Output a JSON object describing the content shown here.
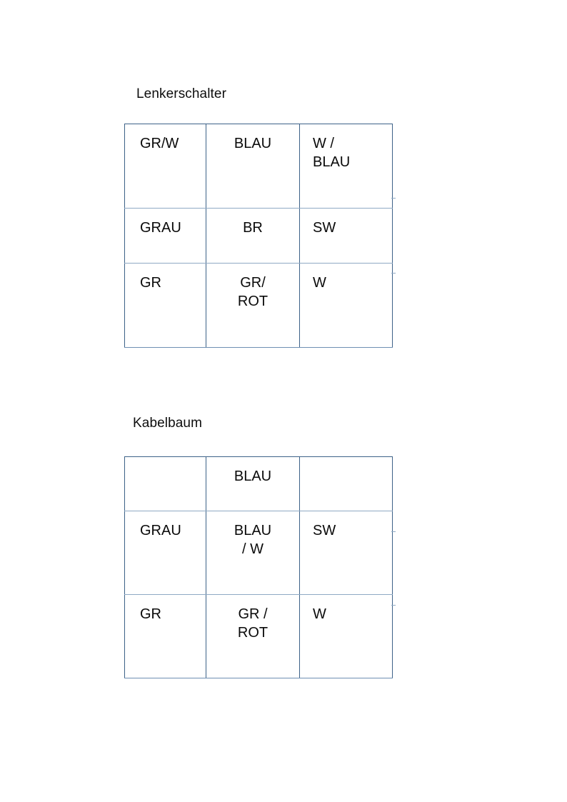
{
  "document": {
    "background_color": "#ffffff",
    "text_color": "#0a0a0a",
    "border_color": "#3d6288",
    "rule_color": "#8fa9c4"
  },
  "sections": [
    {
      "id": "lenkerschalter",
      "title": "Lenkerschalter",
      "table": {
        "rows": [
          {
            "cells": [
              "GR/W",
              "BLAU",
              "W /\nBLAU"
            ]
          },
          {
            "cells": [
              "GRAU",
              "BR",
              "SW"
            ]
          },
          {
            "cells": [
              "GR",
              "GR/\nROT",
              "W"
            ]
          }
        ]
      }
    },
    {
      "id": "kabelbaum",
      "title": "Kabelbaum",
      "table": {
        "rows": [
          {
            "cells": [
              "",
              "BLAU",
              ""
            ]
          },
          {
            "cells": [
              "GRAU",
              "BLAU\n/ W",
              "SW"
            ]
          },
          {
            "cells": [
              "GR",
              "GR /\nROT",
              "W"
            ]
          }
        ]
      }
    }
  ]
}
